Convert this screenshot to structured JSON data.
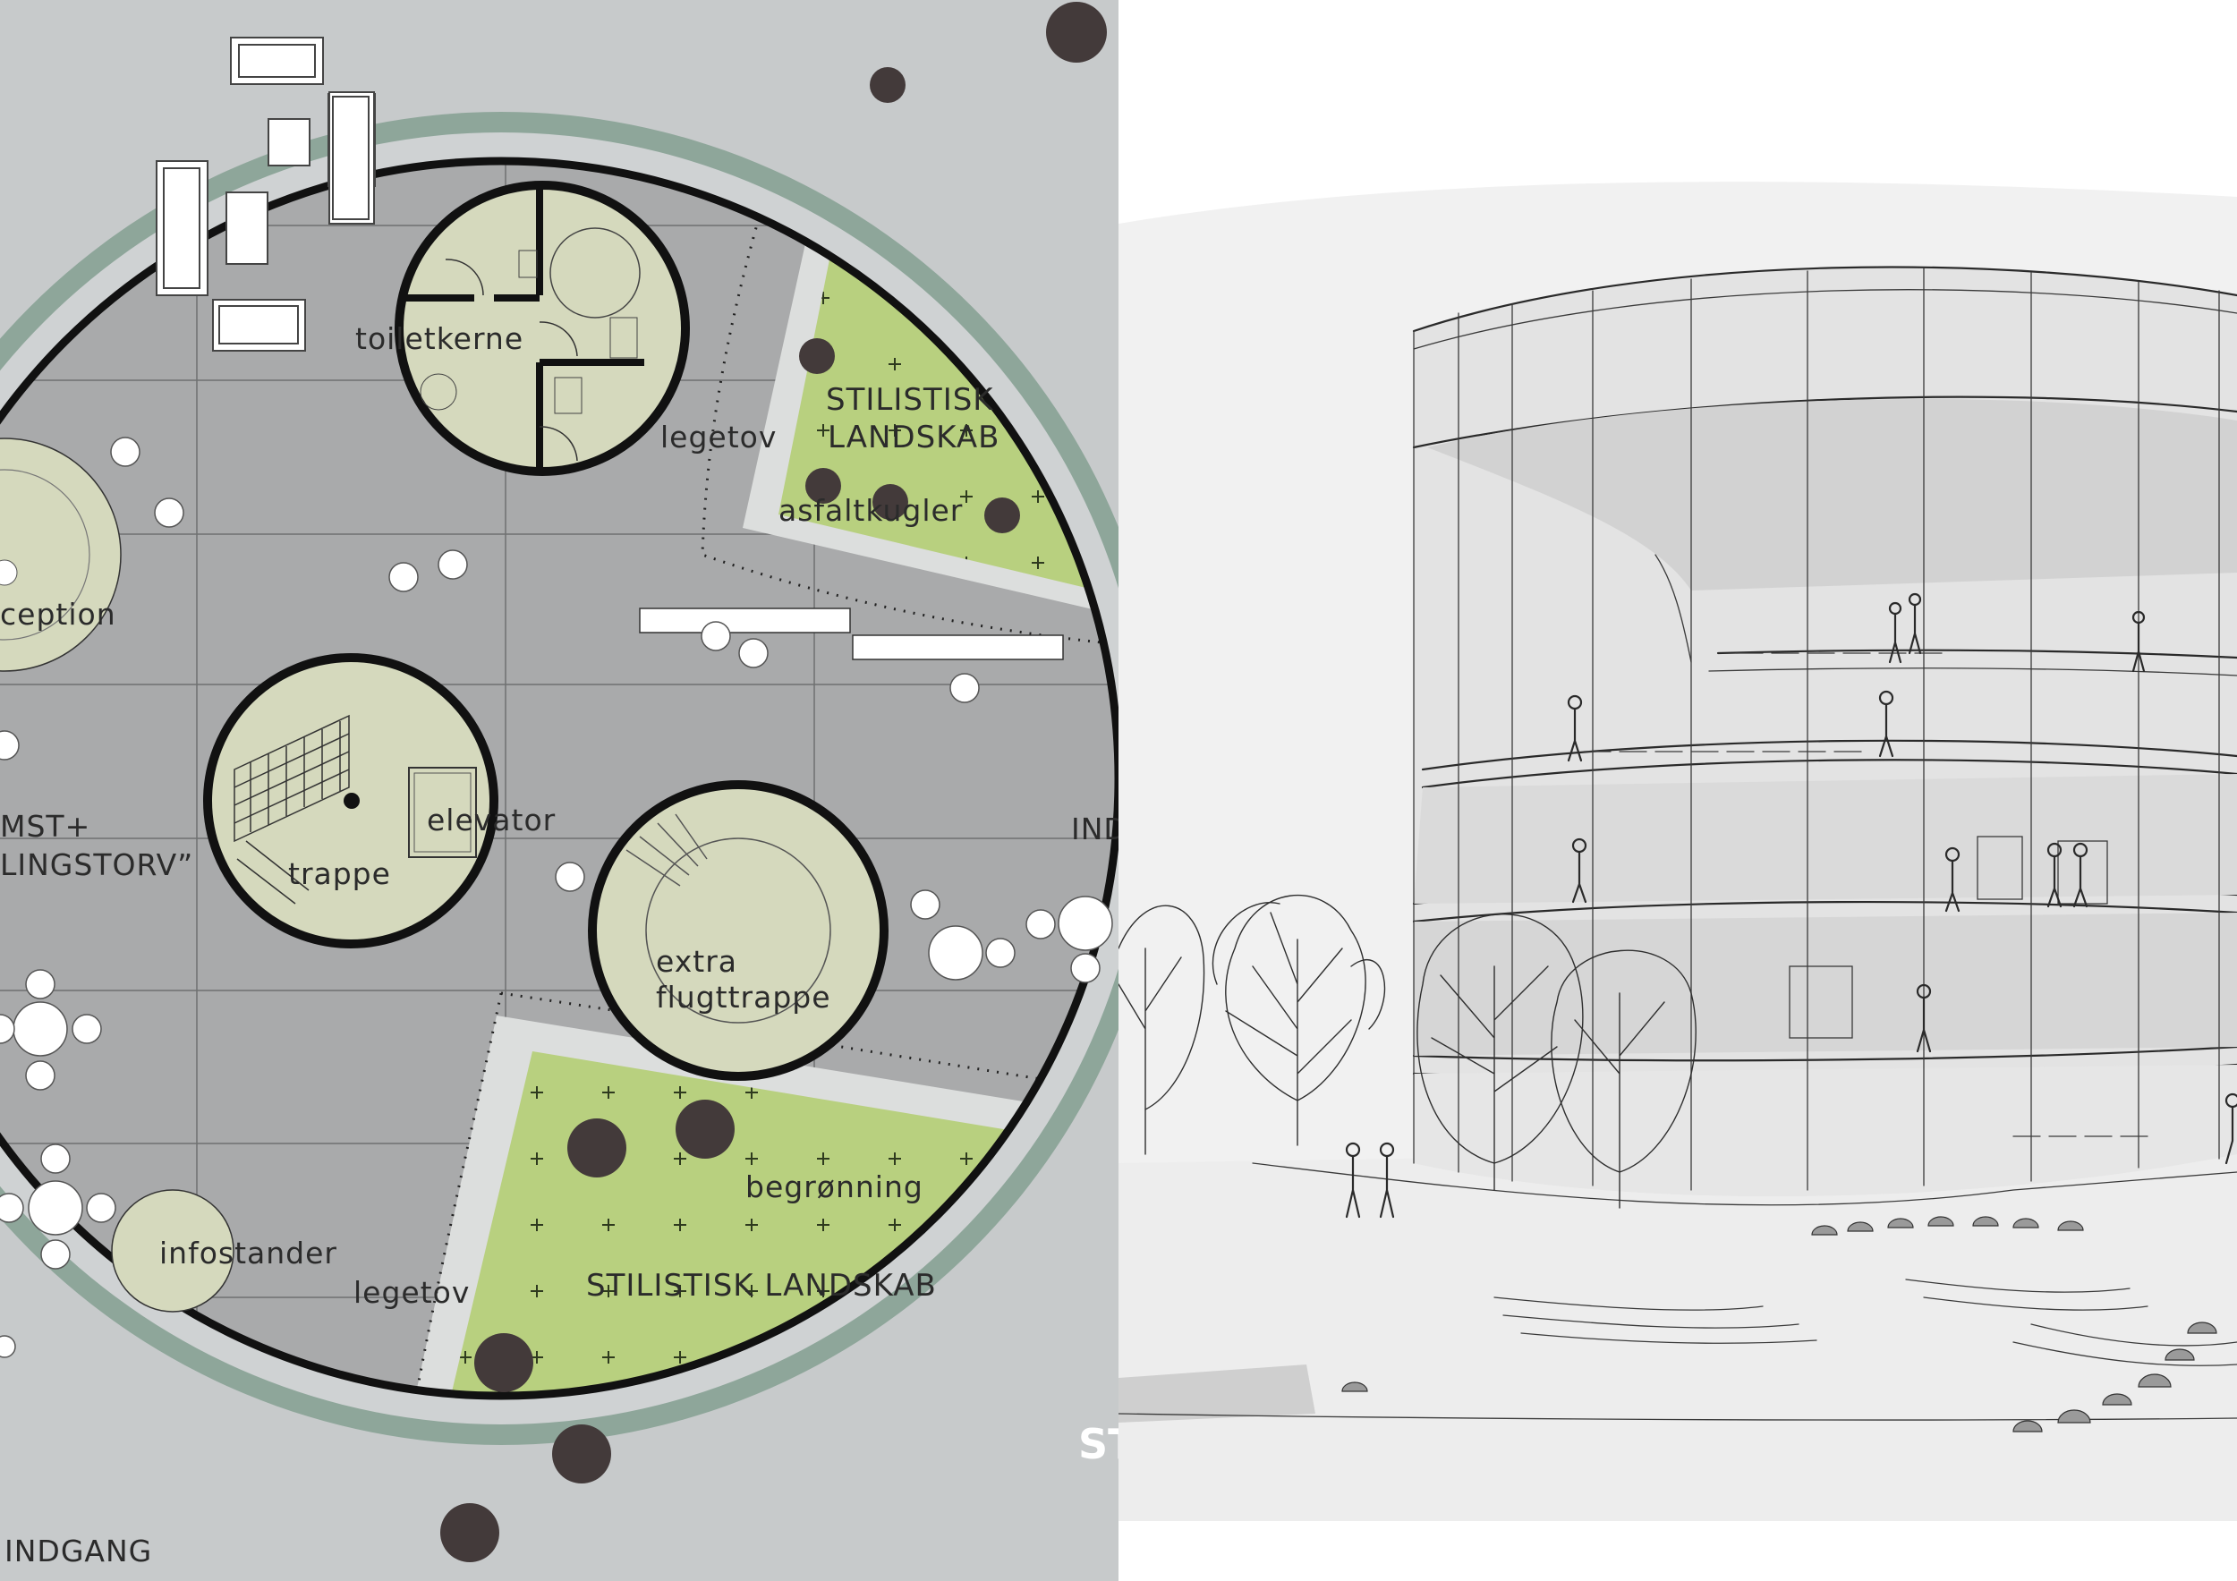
{
  "plan": {
    "labels": {
      "toiletkerne": "toiletkerne",
      "legetov_top": "legetov",
      "stilistisk_landskab_top_1": "STILISTISK",
      "stilistisk_landskab_top_2": "LANDSKAB",
      "asfaltkugler": "asfaltkugler",
      "reception": "ception",
      "elevator": "elevator",
      "trappe": "trappe",
      "extra_1": "extra",
      "extra_2": "flugttrappe",
      "torv_1": "MST+",
      "torv_2": "LINGSTORV”",
      "indgang_right": "IND",
      "infostander": "infostander",
      "legetov_bottom": "legetov",
      "begronning": "begrønning",
      "stilistisk_landskab_bottom": "STILISTISK  LANDSKAB",
      "indgang_bottom": "INDGANG",
      "st_edge": "ST"
    },
    "colors": {
      "floor": "#a9aaab",
      "ring": "#cfd1d2",
      "grass": "#b8d07f",
      "room_fill": "#d5d9bd",
      "tree": "#433a3a",
      "green_band": "#8fa98d",
      "wall": "#111111"
    }
  },
  "sketch": {
    "description_icons": [
      "cylindrical-glass-building",
      "trees",
      "people",
      "bollards"
    ]
  }
}
